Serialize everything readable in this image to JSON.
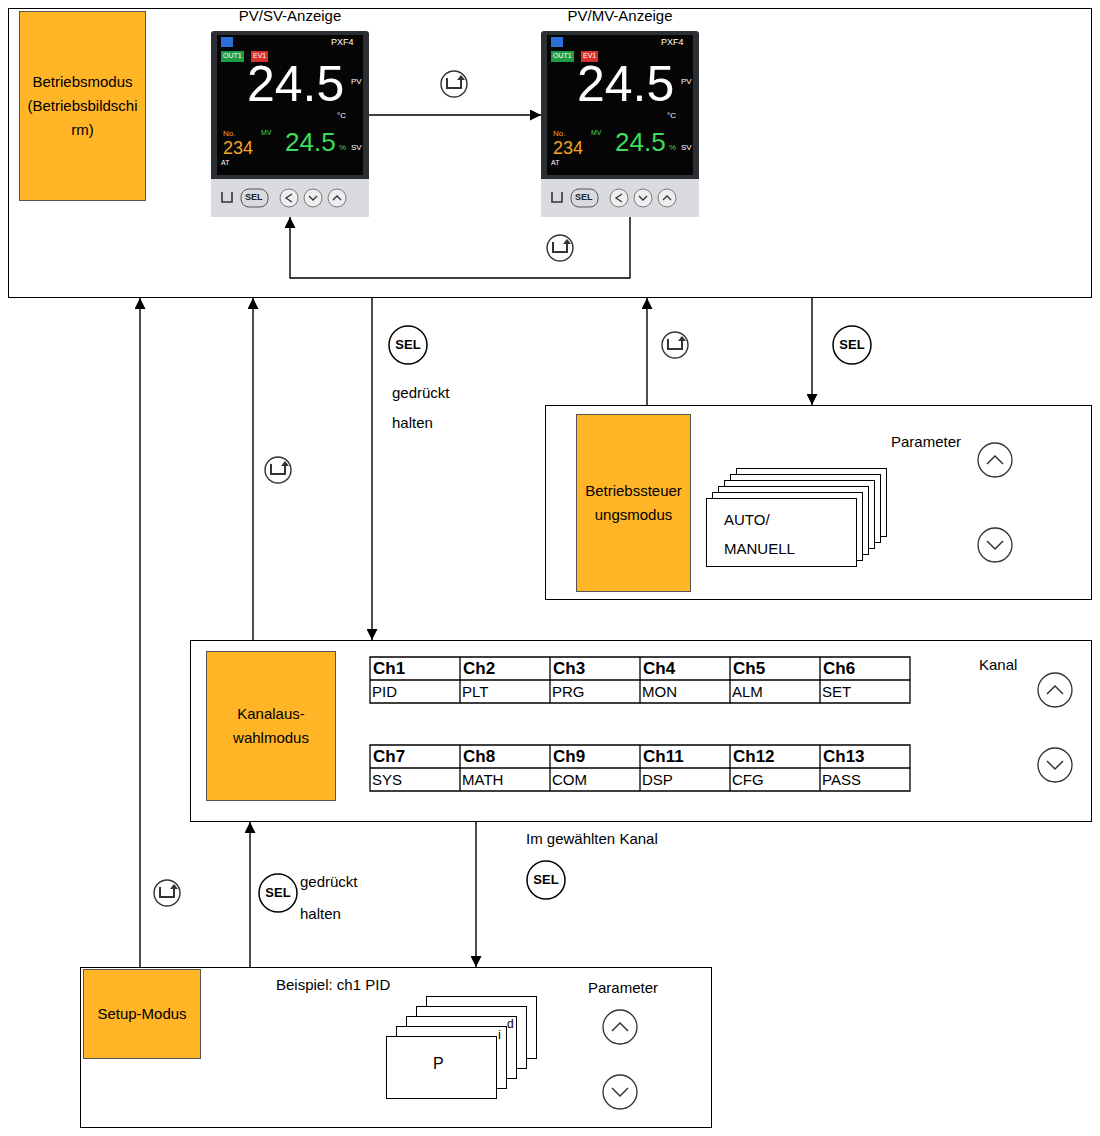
{
  "diagram": {
    "nodes": [
      {
        "text": [
          "Betriebsmodus (Betriebsbildschirm)"
        ]
      },
      {
        "text": [
          "PV/SV-Anzeige",
          "PXF4",
          "OUT1",
          "EV1",
          "24.5",
          "PV",
          "°C",
          "No.",
          "234",
          "MV",
          "24.5",
          "%",
          "SV",
          "AT",
          "SEL"
        ],
        "in": 0
      },
      {
        "text": [
          "PV/MV-Anzeige",
          "PXF4",
          "OUT1",
          "EV1",
          "24.5",
          "PV",
          "°C",
          "No.",
          "234",
          "MV",
          "24.5",
          "%",
          "SV",
          "AT",
          "SEL"
        ],
        "in": 0
      },
      {
        "text": [
          "Betriebssteuerungsmodus",
          "Parameter"
        ]
      },
      {
        "text": [
          "AUTO/ MANUELL"
        ],
        "in": 3
      },
      {
        "text": [
          "Kanalaus- wahlmodus",
          "Kanal"
        ]
      },
      {
        "text": [
          "Setup-Modus",
          "Beispiel: ch1 PID",
          "Parameter"
        ]
      },
      {
        "text": [
          "P",
          "i",
          "d"
        ],
        "in": 6
      }
    ],
    "edges": [
      {
        "from": 1,
        "to": 2,
        "arrow": "to"
      },
      {
        "from": 2,
        "to": 1,
        "arrow": "to"
      },
      {
        "from": 0,
        "to": 5,
        "arrow": "to"
      },
      {
        "from": 5,
        "to": 0,
        "arrow": "to"
      },
      {
        "from": 0,
        "to": 3,
        "arrow": "to"
      },
      {
        "from": 3,
        "to": 0,
        "arrow": "to"
      },
      {
        "from": 5,
        "to": 6,
        "arrow": "to"
      },
      {
        "from": 6,
        "to": 5,
        "arrow": "to"
      },
      {
        "from": 6,
        "to": 0,
        "arrow": "to"
      }
    ],
    "labels": [
      "SEL",
      "gedrückt halten",
      "SEL",
      "Ch1",
      "Ch2",
      "Ch3",
      "Ch4",
      "Ch5",
      "Ch6",
      "PID",
      "PLT",
      "PRG",
      "MON",
      "ALM",
      "SET",
      "Ch7",
      "Ch8",
      "Ch9",
      "Ch11",
      "Ch12",
      "Ch13",
      "SYS",
      "MATH",
      "COM",
      "DSP",
      "CFG",
      "PASS",
      "Im gewählten Kanal",
      "SEL",
      "gedrückt halten",
      "SEL"
    ]
  }
}
